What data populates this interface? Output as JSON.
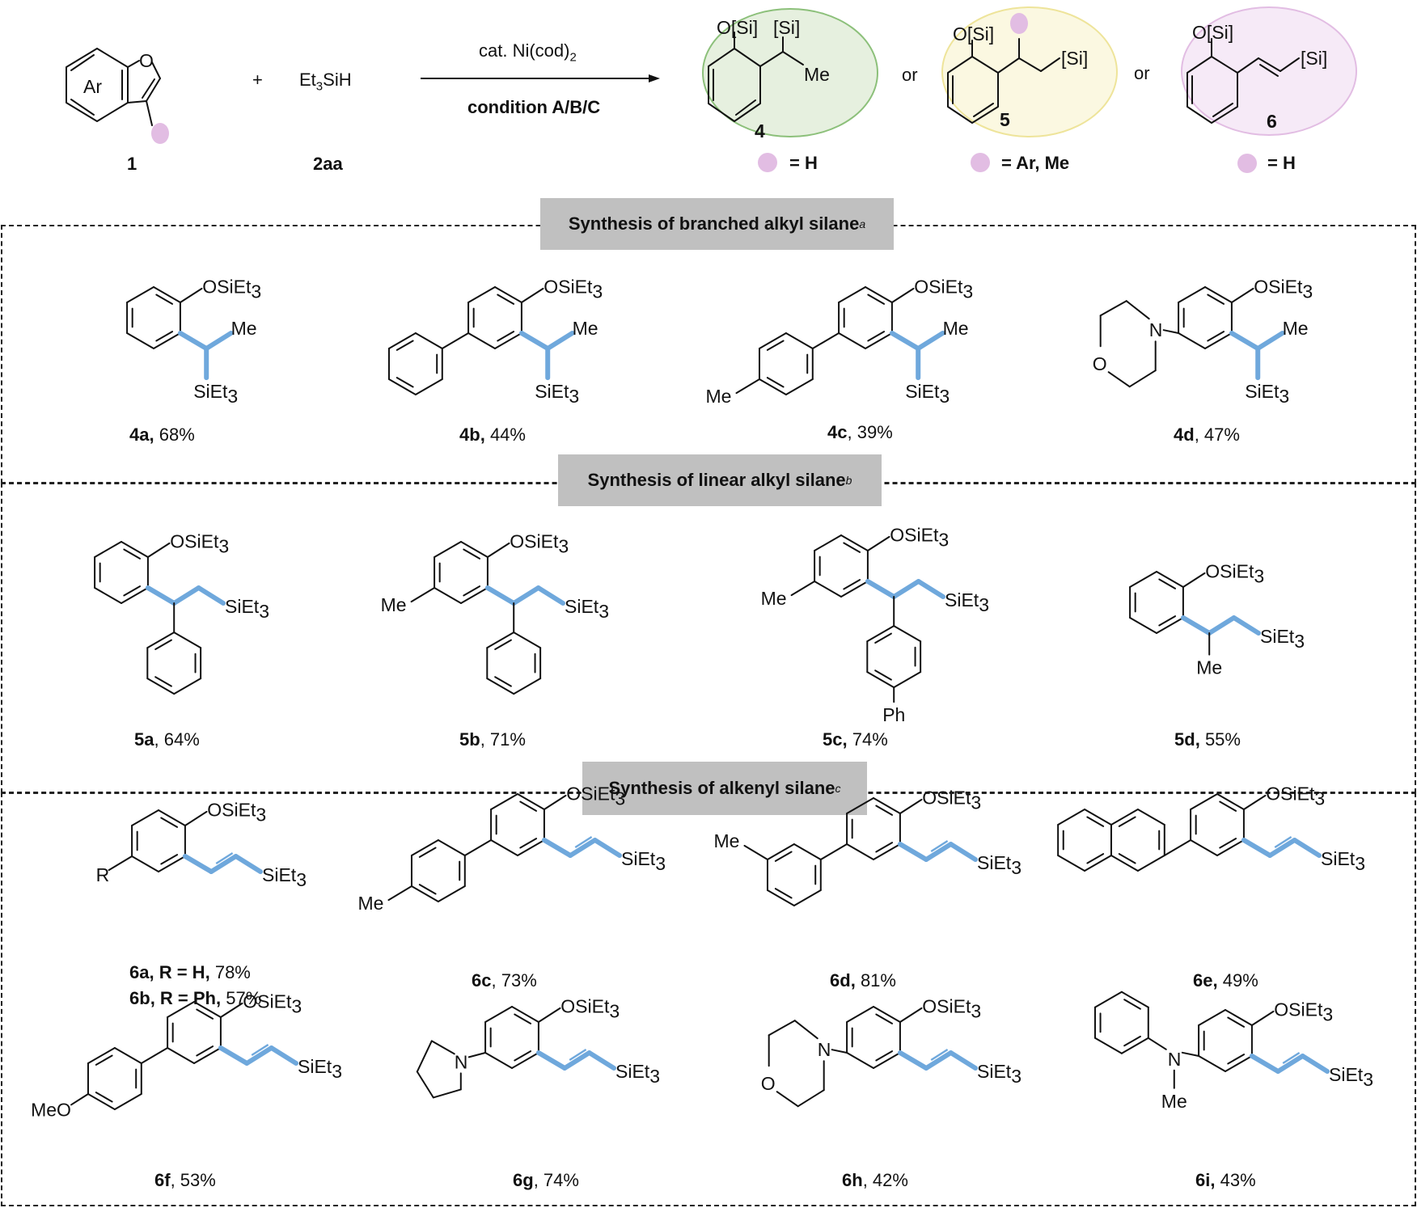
{
  "header": {
    "reactant1_label": "1",
    "reactant1_ring": "Ar",
    "plus": "+",
    "reagent": "Et3SiH",
    "reagent_label": "2aa",
    "catalyst": "cat. Ni(cod)2",
    "conditions": "condition A/B/C",
    "or1": "or",
    "or2": "or",
    "products": [
      {
        "label": "4",
        "osi": "O[Si]",
        "si": "[Si]",
        "me": "Me",
        "dot_legend": "= H",
        "bg": "#e6f0df",
        "border": "#8cc07a"
      },
      {
        "label": "5",
        "osi": "O[Si]",
        "si": "[Si]",
        "dot_legend": "= Ar, Me",
        "bg": "#fbf8e1",
        "border": "#eee49a"
      },
      {
        "label": "6",
        "osi": "O[Si]",
        "si": "[Si]",
        "dot_legend": "= H",
        "bg": "#f6eaf7",
        "border": "#e2bde3"
      }
    ]
  },
  "colors": {
    "highlight_bond": "#6fa8dc",
    "substituent_dot": "#e2bde3",
    "banner_bg": "#c0c0c0"
  },
  "sections": [
    {
      "title": "Synthesis of branched alkyl silane",
      "footnote": "a",
      "compounds": [
        {
          "id": "4a",
          "yield": "68%"
        },
        {
          "id": "4b",
          "yield": "44%"
        },
        {
          "id": "4c",
          "yield": "39%"
        },
        {
          "id": "4d",
          "yield": "47%"
        }
      ]
    },
    {
      "title": "Synthesis of linear alkyl silane",
      "footnote": "b",
      "compounds": [
        {
          "id": "5a",
          "yield": "64%"
        },
        {
          "id": "5b",
          "yield": "71%"
        },
        {
          "id": "5c",
          "yield": "74%"
        },
        {
          "id": "5d",
          "yield": "55%"
        }
      ]
    },
    {
      "title": "Synthesis of alkenyl silane",
      "footnote": "c",
      "compounds": [
        {
          "id": "6a",
          "r": "R = H",
          "yield": "78%"
        },
        {
          "id": "6b",
          "r": "R = Ph",
          "yield": "57%"
        },
        {
          "id": "6c",
          "yield": "73%"
        },
        {
          "id": "6d",
          "yield": "81%"
        },
        {
          "id": "6e",
          "yield": "49%"
        },
        {
          "id": "6f",
          "yield": "53%"
        },
        {
          "id": "6g",
          "yield": "74%"
        },
        {
          "id": "6h",
          "yield": "42%"
        },
        {
          "id": "6i",
          "yield": "43%"
        }
      ]
    }
  ],
  "atoms": {
    "osiet3": "OSiEt",
    "siet3": "SiEt",
    "sub3": "3",
    "me": "Me",
    "ph": "Ph",
    "meo": "MeO",
    "n": "N",
    "o": "O",
    "r": "R"
  }
}
